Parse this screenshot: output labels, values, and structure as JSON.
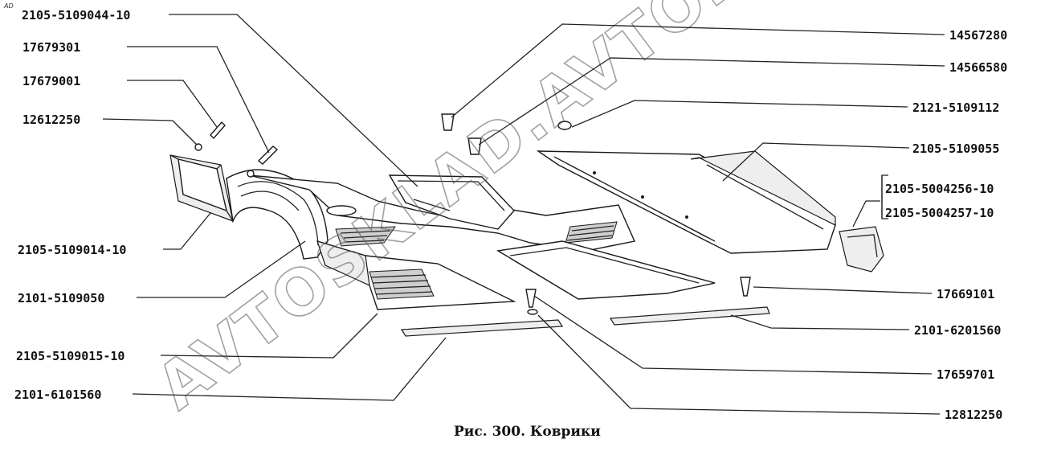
{
  "labels_left": [
    {
      "id": "l1",
      "text": "2105-5109044-10"
    },
    {
      "id": "l2",
      "text": "17679301"
    },
    {
      "id": "l3",
      "text": "17679001"
    },
    {
      "id": "l4",
      "text": "12612250"
    },
    {
      "id": "l5",
      "text": "2105-5109014-10"
    },
    {
      "id": "l6",
      "text": "2101-5109050"
    },
    {
      "id": "l7",
      "text": "2105-5109015-10"
    },
    {
      "id": "l8",
      "text": "2101-6101560"
    }
  ],
  "labels_right": [
    {
      "id": "r1",
      "text": "14567280"
    },
    {
      "id": "r2",
      "text": "14566580"
    },
    {
      "id": "r3",
      "text": "2121-5109112"
    },
    {
      "id": "r4",
      "text": "2105-5109055"
    },
    {
      "id": "r5a",
      "text": "2105-5004256-10"
    },
    {
      "id": "r5b",
      "text": "2105-5004257-10"
    },
    {
      "id": "r6",
      "text": "17669101"
    },
    {
      "id": "r7",
      "text": "2101-6201560"
    },
    {
      "id": "r8",
      "text": "17659701"
    },
    {
      "id": "r9",
      "text": "12812250"
    }
  ],
  "caption": "Рис. 300. Коврики",
  "watermark": "AVTOSKLAD.AVTO.ONLINE",
  "corner_mark": "AD"
}
